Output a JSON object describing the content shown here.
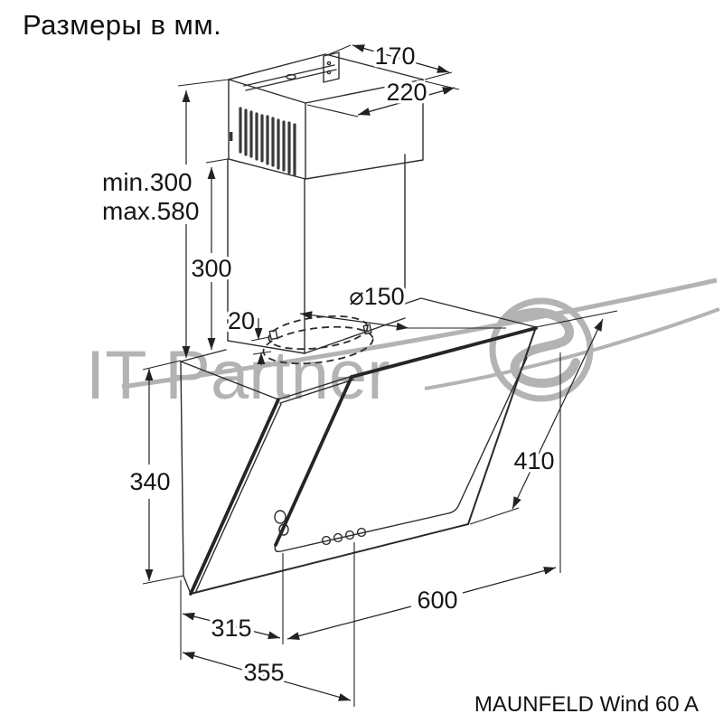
{
  "labels": {
    "title": "Размеры в мм.",
    "model": "MAUNFELD Wind 60 A",
    "watermark": "IT Partner"
  },
  "dimensions": {
    "duct_top_depth": "170",
    "duct_top_width": "220",
    "chimney_height_min": "min.300",
    "chimney_height_max": "max.580",
    "lower_duct_height": "300",
    "outlet_diameter": "⌀150",
    "flange_height": "20",
    "body_rear_height": "340",
    "glass_panel_length": "410",
    "hood_width": "600",
    "body_depth": "315",
    "total_depth": "355"
  },
  "colors": {
    "line": "#2d2d2d",
    "dimension": "#222222",
    "text": "#111111",
    "watermark": "#a6a6a6",
    "background": "#ffffff"
  }
}
